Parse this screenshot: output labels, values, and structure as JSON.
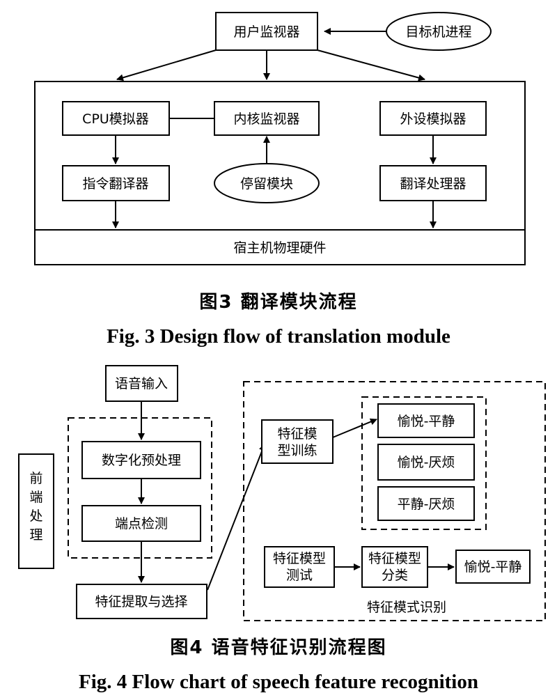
{
  "figure3": {
    "nodes": {
      "user_monitor": "用户监视器",
      "target_process": "目标机进程",
      "cpu_simulator": "CPU模拟器",
      "kernel_monitor": "内核监视器",
      "peripheral_simulator": "外设模拟器",
      "instruction_translator": "指令翻译器",
      "stay_module": "停留模块",
      "translation_processor": "翻译处理器",
      "host_hardware": "宿主机物理硬件"
    },
    "caption_cn": "图3  翻译模块流程",
    "caption_en": "Fig. 3  Design flow of translation module"
  },
  "figure4": {
    "nodes": {
      "speech_input": "语音输入",
      "digital_preprocess": "数字化预处理",
      "endpoint_detect": "端点检测",
      "front_end": [
        "前",
        "端",
        "处",
        "理"
      ],
      "feature_extract": "特征提取与选择",
      "model_train": [
        "特征模",
        "型训练"
      ],
      "class_1": "愉悦-平静",
      "class_2": "愉悦-厌烦",
      "class_3": "平静-厌烦",
      "model_test": [
        "特征模型",
        "测试"
      ],
      "model_classify": [
        "特征模型",
        "分类"
      ],
      "result": "愉悦-平静",
      "pattern_recognition": "特征模式识别"
    },
    "caption_cn": "图4  语音特征识别流程图",
    "caption_en": "Fig. 4  Flow chart of speech feature recognition"
  }
}
